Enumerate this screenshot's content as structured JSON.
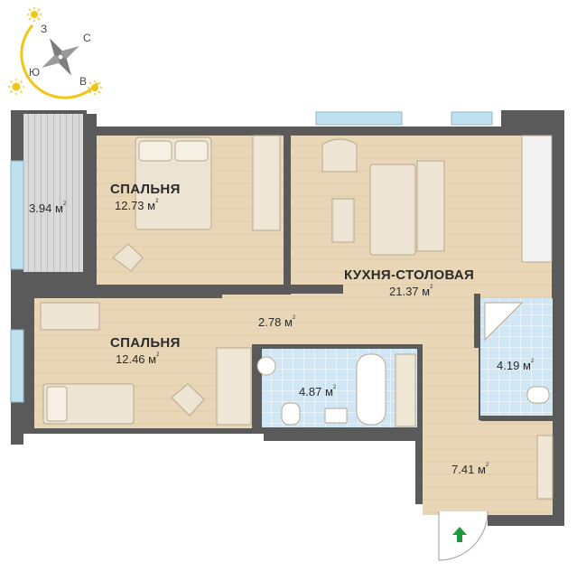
{
  "compass": {
    "north": "С",
    "east": "В",
    "south": "Ю",
    "west": "З",
    "icons": [
      "sun-icon",
      "compass-rose-icon"
    ]
  },
  "rooms": {
    "bedroom1": {
      "name": "СПАЛЬНЯ",
      "area": "12.73"
    },
    "bedroom2": {
      "name": "СПАЛЬНЯ",
      "area": "12.46"
    },
    "kitchen": {
      "name": "КУХНЯ-СТОЛОВАЯ",
      "area": "21.37"
    },
    "balcony": {
      "area": "3.94"
    },
    "corridor": {
      "area": "2.78"
    },
    "bathroom": {
      "area": "4.87"
    },
    "toilet": {
      "area": "4.19"
    },
    "hall": {
      "area": "7.41"
    }
  },
  "unit": "м",
  "unit_power": "2",
  "entrance": {
    "icon": "entrance-arrow-icon"
  },
  "colors": {
    "wall": "#5a5a5a",
    "floor_wood": "#e6d3b3",
    "tile": "#c9e2f2",
    "window": "#bfe0ef",
    "sun": "#f2c516",
    "entrance_arrow": "#1e9a3c"
  }
}
